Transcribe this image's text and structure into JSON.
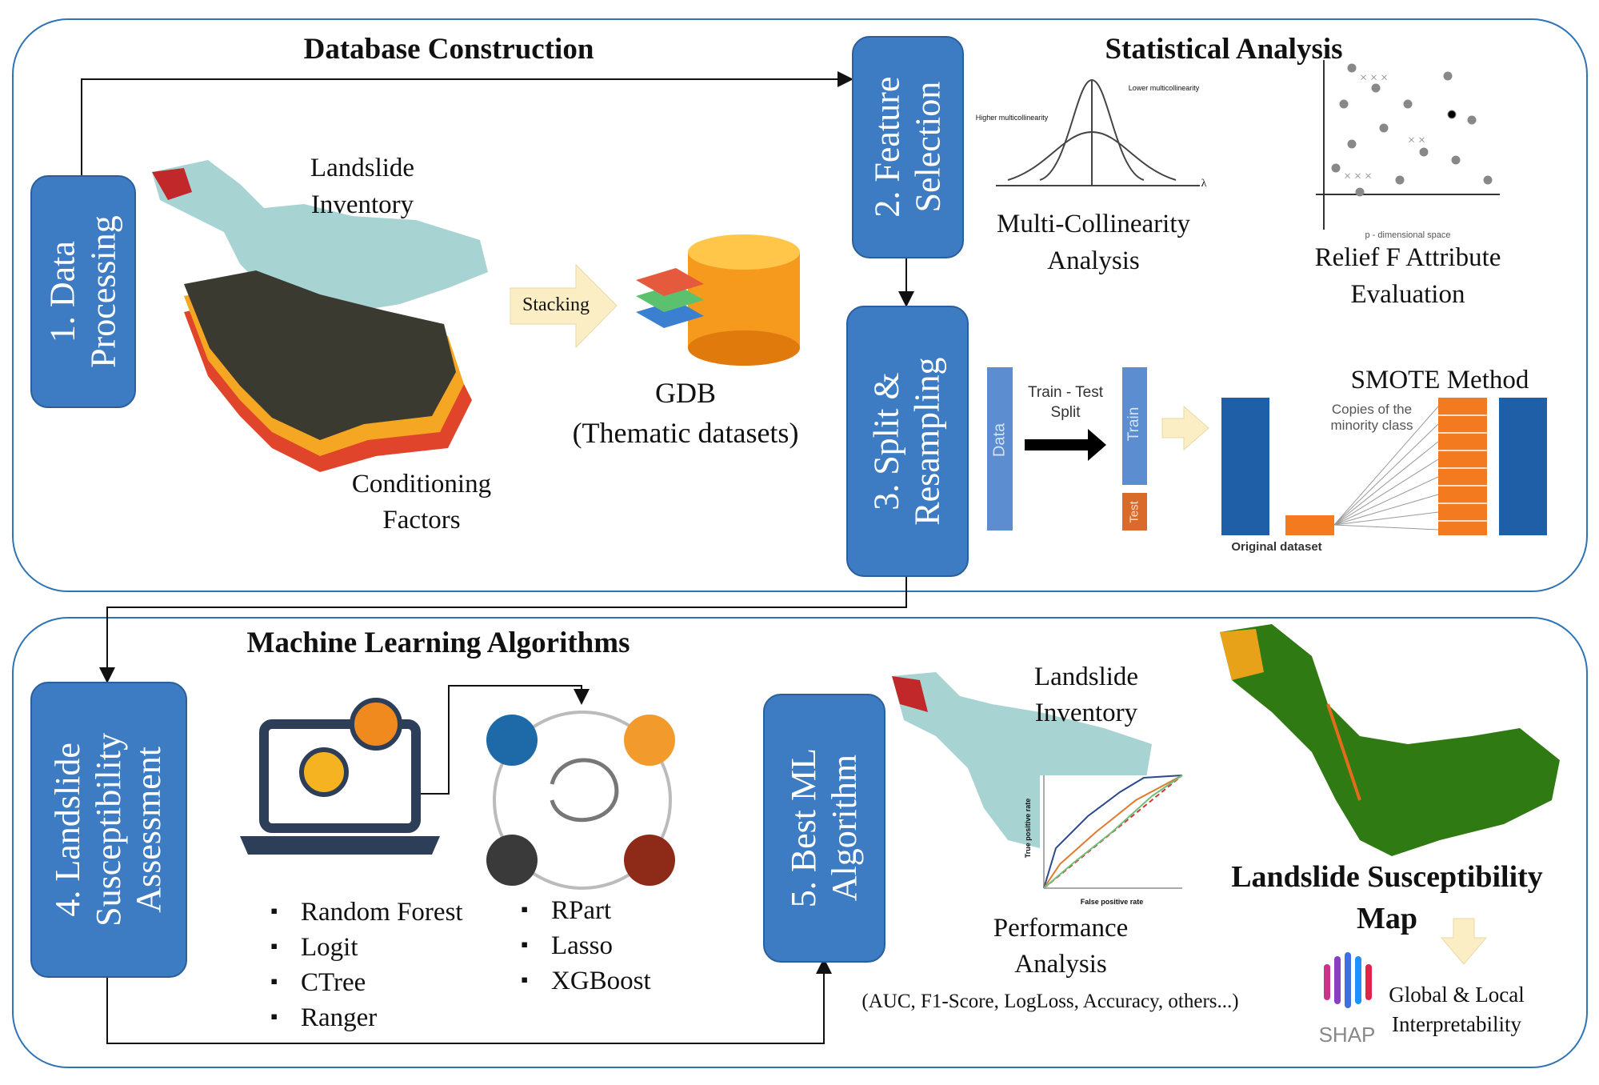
{
  "top": {
    "database_title": "Database Construction",
    "statistical_title": "Statistical Analysis",
    "step1": "1. Data\nProcessing",
    "step2": "2. Feature\nSelection",
    "step3": "3. Split &\nResampling",
    "landslide_inventory": [
      "Landslide",
      "Inventory"
    ],
    "conditioning_factors": [
      "Conditioning",
      "Factors"
    ],
    "stacking": "Stacking",
    "gdb": [
      "GDB",
      "(Thematic datasets)"
    ],
    "multicollinearity": [
      "Multi-Collinearity",
      "Analysis"
    ],
    "mc_curve_labels": {
      "higher": "Higher multicollinearity",
      "lower": "Lower multicollinearity",
      "axis": "λ"
    },
    "relief": [
      "Relief  F Attribute",
      "Evaluation"
    ],
    "relief_axis": "p - dimensional space",
    "split": {
      "data": "Data",
      "train_test": [
        "Train - Test",
        "Split"
      ],
      "train": "Train",
      "test": "Test"
    },
    "smote": {
      "title": "SMOTE Method",
      "copies": [
        "Copies of the",
        "minority class"
      ],
      "original": "Original dataset"
    }
  },
  "bottom": {
    "ml_title": "Machine Learning Algorithms",
    "step4": "4. Landslide\nSusceptibility\nAssessment",
    "step5": "5. Best ML\nAlgorithm",
    "algorithms_left": [
      "Random  Forest",
      "Logit",
      "CTree",
      "Ranger"
    ],
    "algorithms_right": [
      "RPart",
      "Lasso",
      "XGBoost"
    ],
    "landslide_inventory": [
      "Landslide",
      "Inventory"
    ],
    "roc_axes": {
      "x": "False positive rate",
      "y": "True positive rate"
    },
    "performance": [
      "Performance",
      "Analysis"
    ],
    "metrics": "(AUC, F1-Score, LogLoss, Accuracy, others...)",
    "susceptibility_map": [
      "Landslide Susceptibility",
      "Map"
    ],
    "shap": "SHAP",
    "interpretability": [
      "Global  & Local",
      "Interpretability"
    ]
  },
  "colors": {
    "box": "#3d7cc3",
    "panel_border": "#2e74b5",
    "orange": "#f47a20",
    "smote_blue": "#1f5fa8",
    "arrow_cream": "#fbeec4",
    "map_teal": "#a7d3d3",
    "map_green": "#2f7a12"
  }
}
